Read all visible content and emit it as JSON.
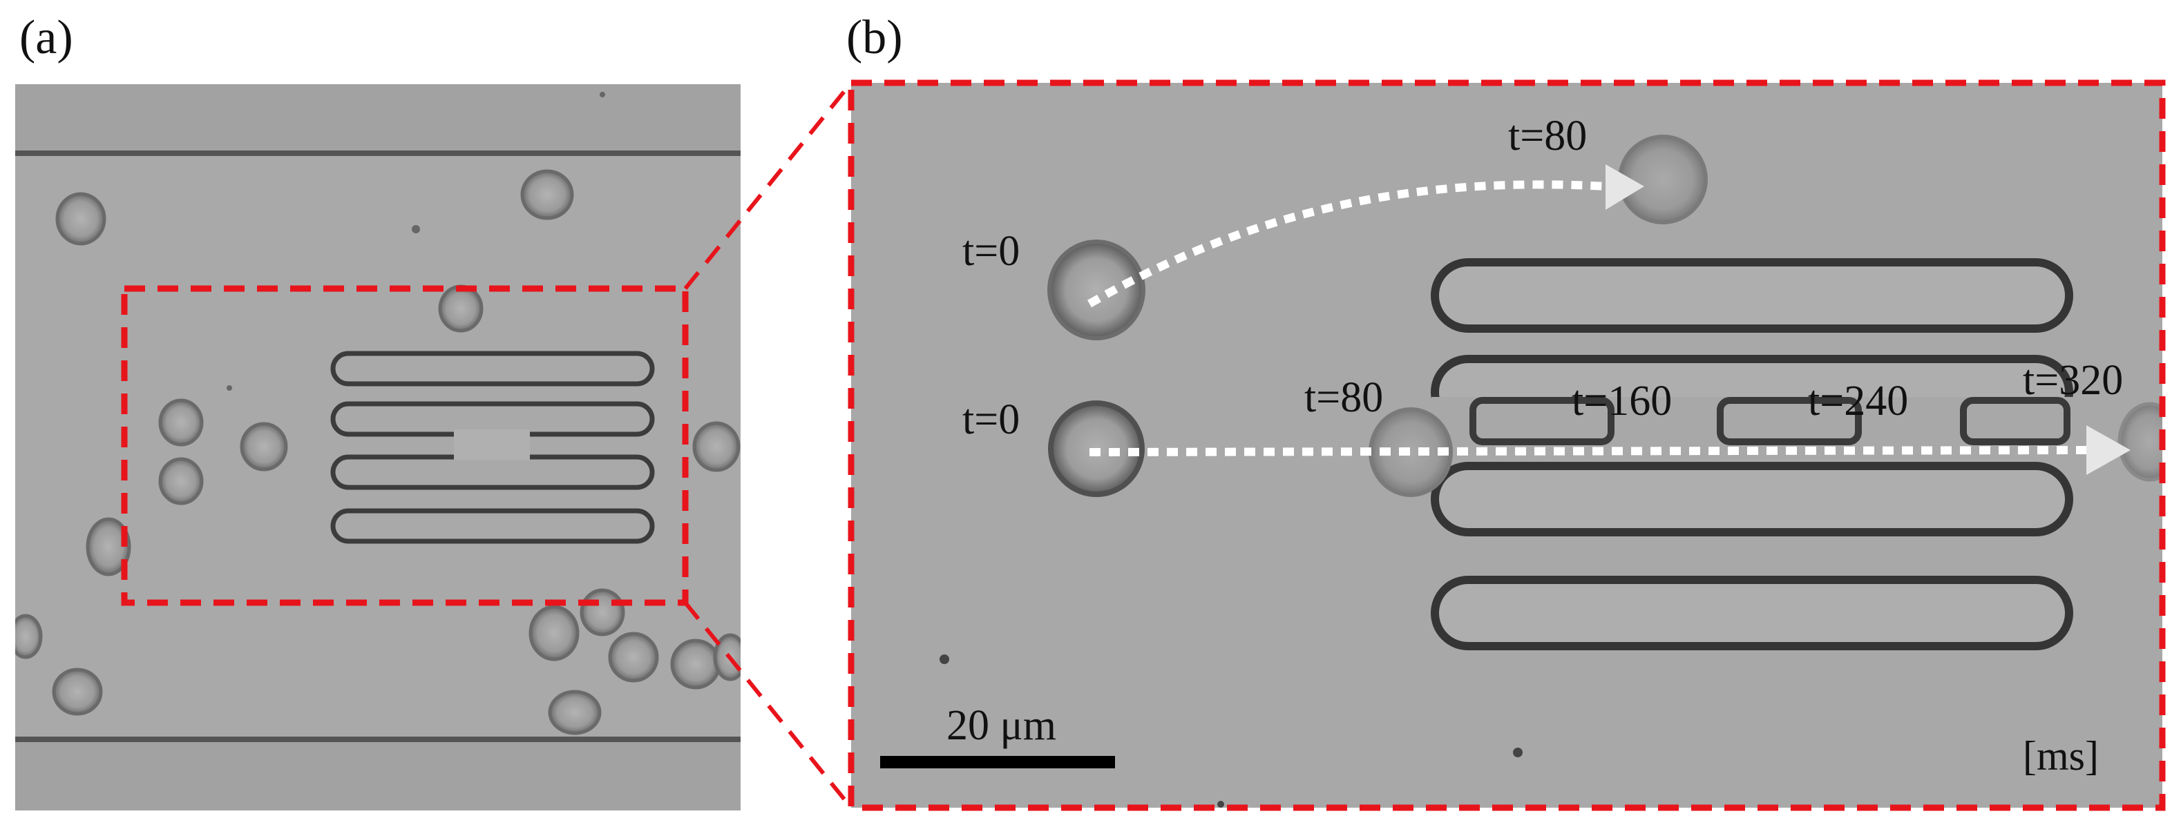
{
  "panels": {
    "a": {
      "label": "(a)"
    },
    "b": {
      "label": "(b)"
    }
  },
  "annotations": {
    "top_start": "t=0",
    "top_end": "t=80",
    "bottom_start": "t=0",
    "bottom_80": "t=80",
    "bottom_160": "t=160",
    "bottom_240": "t=240",
    "bottom_320": "t=320"
  },
  "scale_bar": {
    "label": "20 μm"
  },
  "time_unit": "[ms]",
  "colors": {
    "highlight_box": "#e8141b",
    "trajectory": "#ffffff",
    "micrograph_bg": "#a7a7a7",
    "channel_edge": "#3a3a3a"
  }
}
